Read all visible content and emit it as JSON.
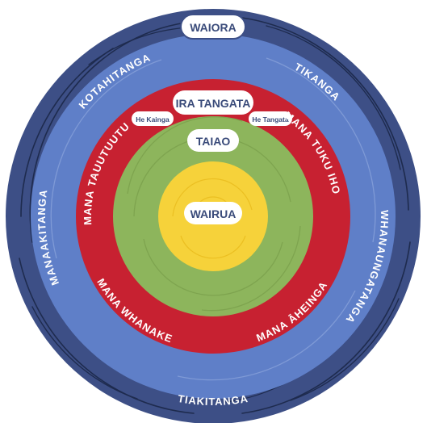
{
  "colors": {
    "outer_ring": "#3d4f86",
    "outer_ring_lines": "#1e2b4e",
    "blue_ring": "#5f7fc8",
    "red_ring": "#c72131",
    "green": "#8db55c",
    "yellow": "#f6d23a",
    "pill_fill": "#ffffff",
    "pill_text": "#3a4b7a"
  },
  "rings": {
    "waiora": "WAIORA",
    "kotahitanga": "KOTAHITANGA",
    "tikanga": "TIKANGA",
    "manaakitanga": "MANAAKITANGA",
    "whanaungatanga": "WHANAUNGATANGA",
    "tiakitanga": "TIAKITANGA",
    "ira_tangata": "IRA TANGATA",
    "he_kainga": "He Kainga",
    "he_tangata": "He Tangata",
    "mana_tauutuutu": "MANA TAUUTUUTU",
    "mana_tuku_iho": "MANA TUKU IHO",
    "mana_whanake": "MANA WHANAKE",
    "mana_aheinga": "MANA ĀHEINGA",
    "taiao": "TAIAO",
    "wairua": "WAIRUA"
  }
}
